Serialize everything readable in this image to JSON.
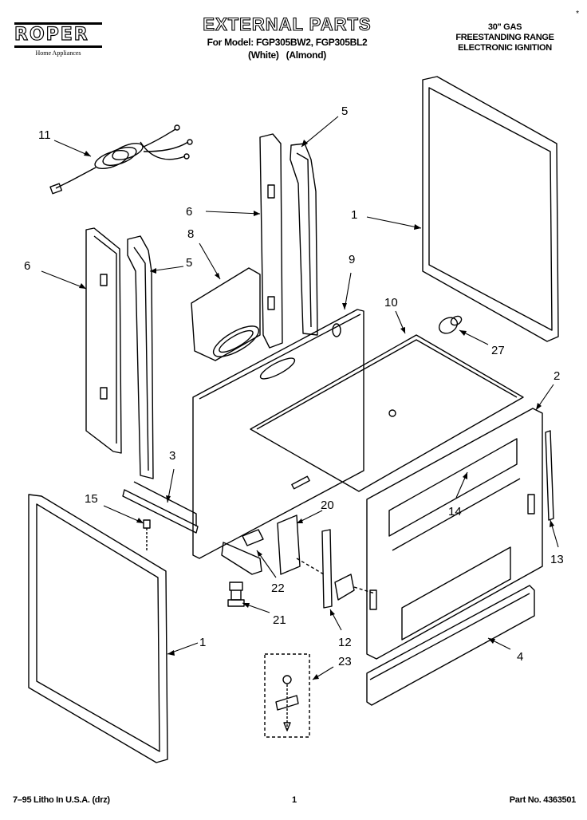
{
  "header": {
    "brand": "ROPER",
    "brand_tagline": "Home Appliances",
    "title": "EXTERNAL PARTS",
    "model_line": "For Model: FGP305BW2, FGP305BL2",
    "variant_line": "(White)   (Almond)",
    "spec_lines": [
      "30\" GAS",
      "FREESTANDING RANGE",
      "ELECTRONIC IGNITION"
    ],
    "corner_mark": "*"
  },
  "callouts": [
    "11",
    "5",
    "6",
    "1",
    "8",
    "9",
    "6",
    "5",
    "10",
    "27",
    "2",
    "3",
    "14",
    "15",
    "20",
    "13",
    "22",
    "21",
    "1",
    "12",
    "4",
    "23"
  ],
  "footer": {
    "print_info": "7–95 Litho In U.S.A. (drz)",
    "page_number": "1",
    "part_number": "Part No. 4363501"
  }
}
